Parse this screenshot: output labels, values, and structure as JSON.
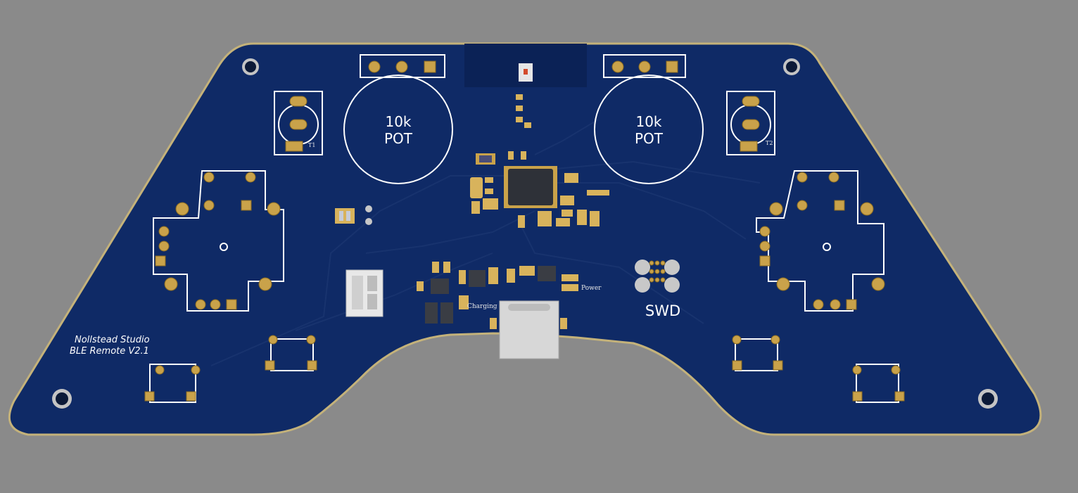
{
  "board": {
    "studio_label": "Nollstead Studio",
    "model_label": "BLE Remote V2.1",
    "pot_left": {
      "value": "10k",
      "type": "POT"
    },
    "pot_right": {
      "value": "10k",
      "type": "POT"
    },
    "trigger_left_label": "T1",
    "trigger_right_label": "T2",
    "debug_header_label": "SWD",
    "led_power_label": "Power",
    "led_charging_label": "Charging",
    "colors": {
      "board": "#0f2a66",
      "board_edge": "#c4b27a",
      "background": "#8a8a8a",
      "silkscreen": "#ffffff",
      "pad_gold": "#c9a24a"
    }
  }
}
